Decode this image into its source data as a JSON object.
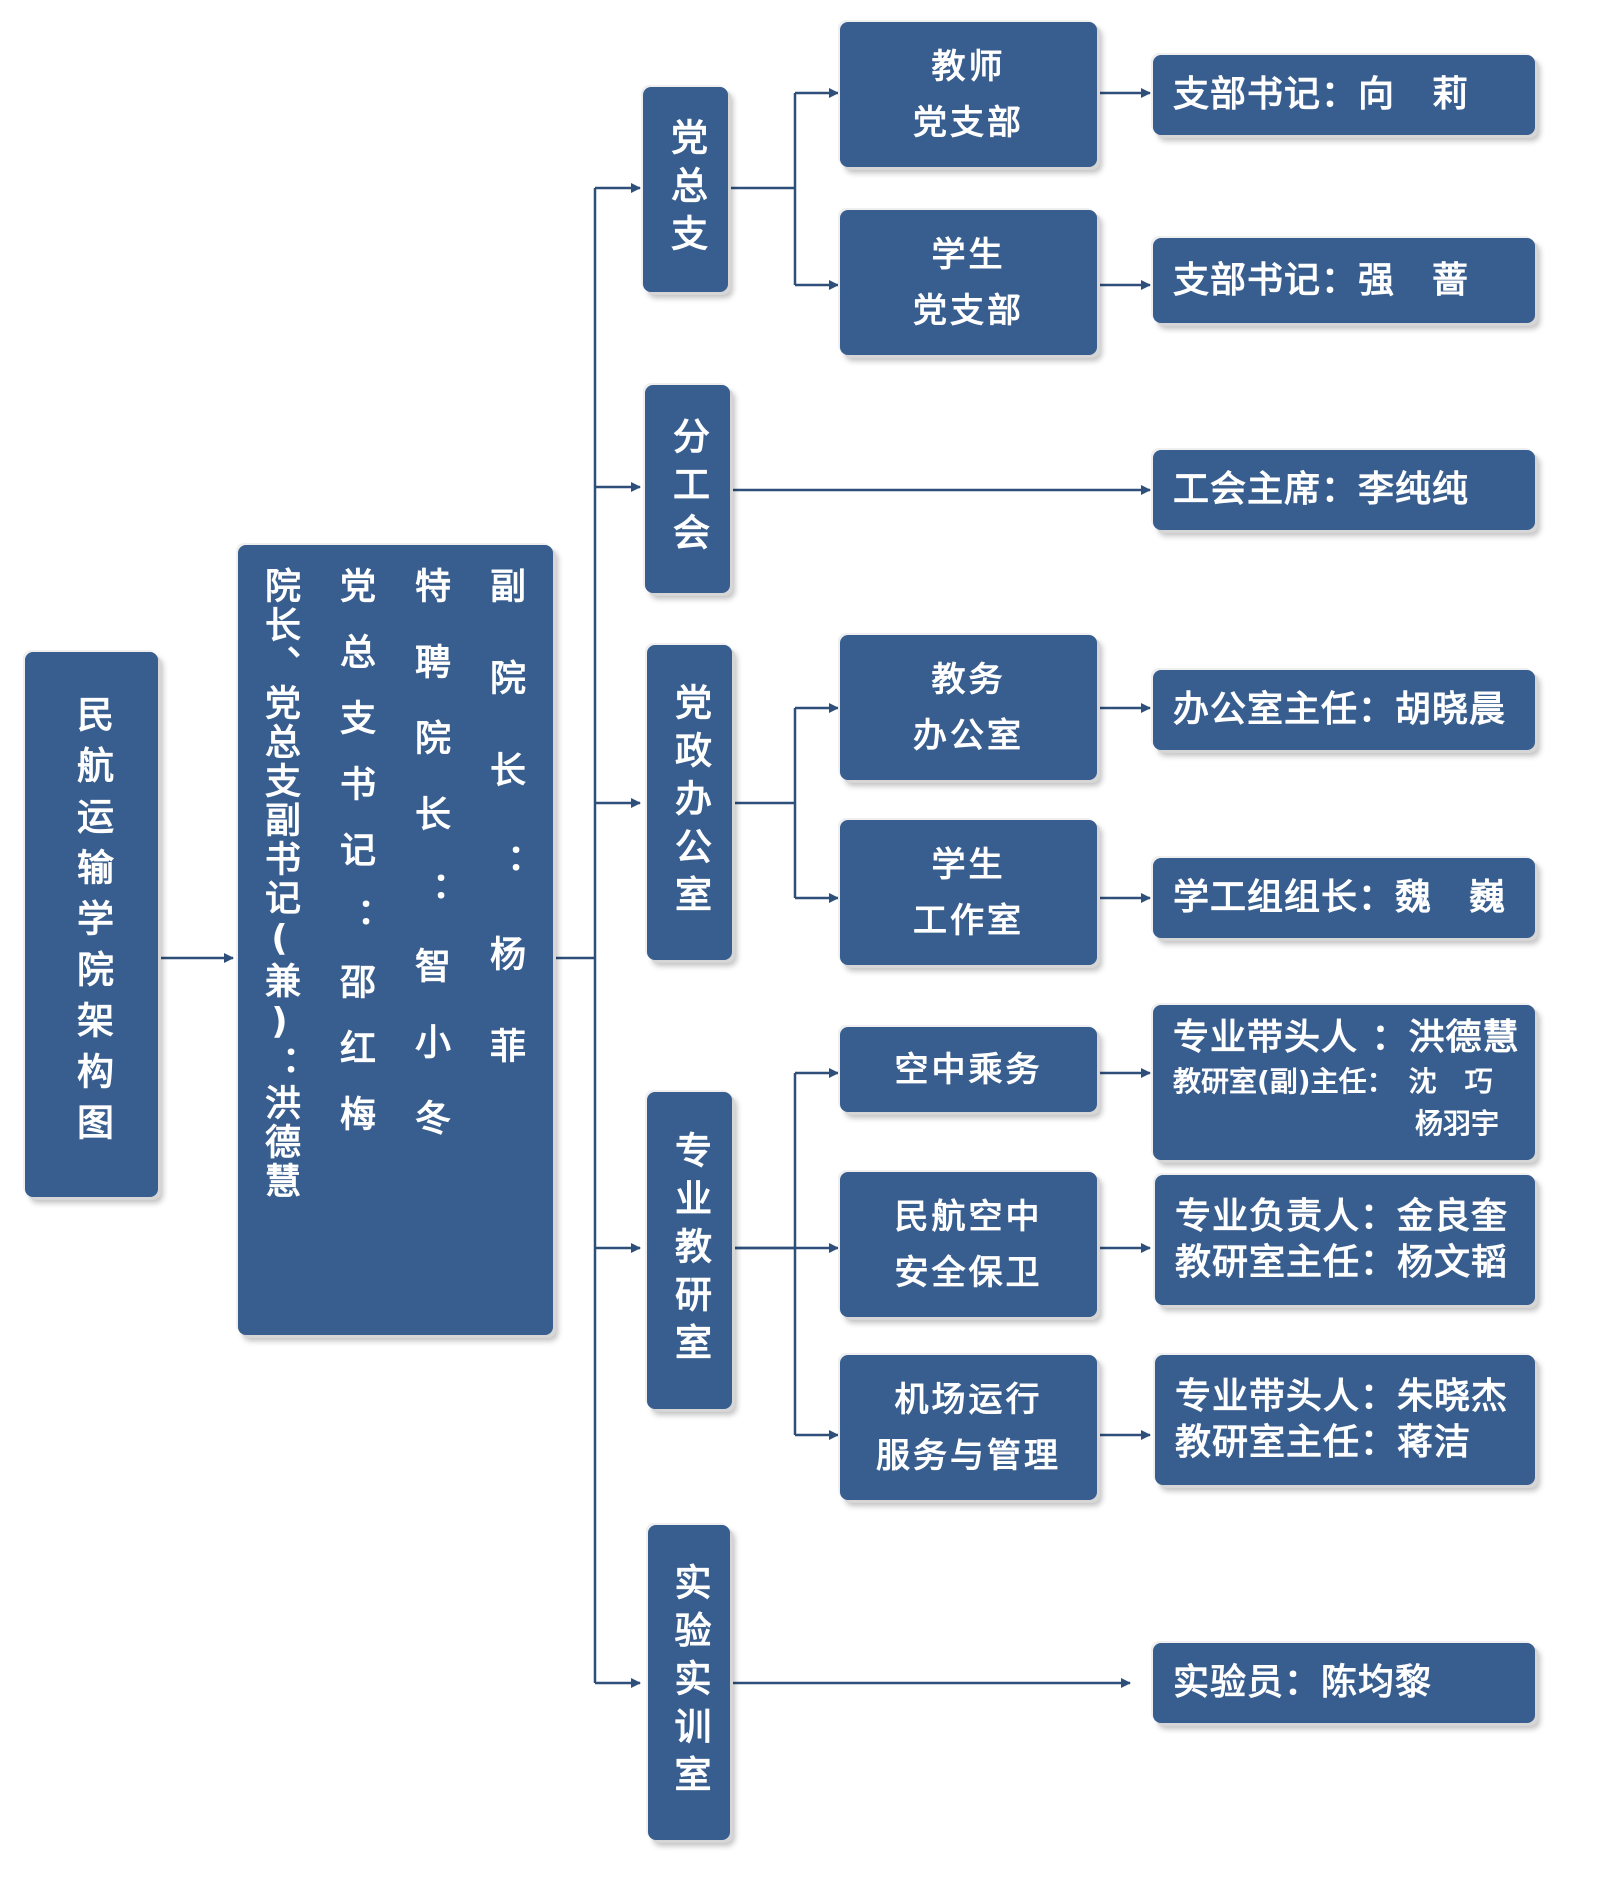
{
  "root": {
    "title": "民航运输学院架构图"
  },
  "leadership": [
    "副院长：杨菲",
    "特聘院长：智小冬",
    "党总支书记：邵红梅",
    "院长、党总支副书记(兼)：洪德慧"
  ],
  "departments": [
    {
      "name": "党总支"
    },
    {
      "name": "分工会"
    },
    {
      "name": "党政办公室"
    },
    {
      "name": "专业教研室"
    },
    {
      "name": "实验实训室"
    }
  ],
  "subunits": [
    {
      "line1": "教师",
      "line2": "党支部"
    },
    {
      "line1": "学生",
      "line2": "党支部"
    },
    {
      "line1": "教务",
      "line2": "办公室"
    },
    {
      "line1": "学生",
      "line2": "工作室"
    },
    {
      "line1": "空中乘务",
      "line2": ""
    },
    {
      "line1": "民航空中",
      "line2": "安全保卫"
    },
    {
      "line1": "机场运行",
      "line2": "服务与管理"
    }
  ],
  "people": {
    "teacher_branch": "支部书记：向　莉",
    "student_branch": "支部书记：强　蔷",
    "union": "工会主席：李纯纯",
    "academic_office": "办公室主任：胡晓晨",
    "student_office": "学工组组长：魏　巍",
    "flight_attendant": {
      "line1": "专业带头人 ：洪德慧",
      "line2": "教研室(副)主任：　沈　巧",
      "line3": "杨羽宇"
    },
    "aviation_security": {
      "line1": "专业负责人：金良奎",
      "line2": "教研室主任：杨文韬"
    },
    "airport_ops": {
      "line1": "专业带头人：朱晓杰",
      "line2": "教研室主任：蒋洁"
    },
    "lab": "实验员：陈均黎"
  },
  "colors": {
    "box": "#385e8f",
    "line": "#2e4f79",
    "text": "#ffffff"
  }
}
